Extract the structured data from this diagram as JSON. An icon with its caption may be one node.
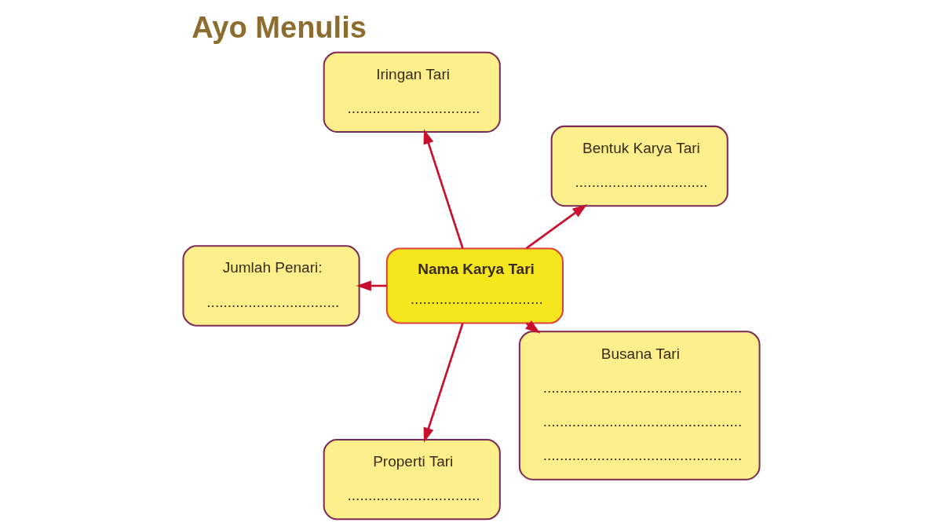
{
  "diagram": {
    "title": "Ayo Menulis",
    "nodes": [
      {
        "text": [
          "Bentuk Karya Tari",
          "................................"
        ]
      },
      {
        "text": [
          "Iringan Tari",
          "................................"
        ]
      },
      {
        "text": [
          "Jumlah Penari:",
          "................................"
        ]
      },
      {
        "text": [
          "Nama Karya Tari",
          "................................"
        ]
      },
      {
        "text": [
          "Properti Tari",
          "................................"
        ]
      },
      {
        "text": [
          "Busana Tari",
          "................................................",
          "................................................",
          "................................................"
        ]
      }
    ],
    "edges": [
      {
        "from": 3,
        "to": 0,
        "arrow": "to"
      },
      {
        "from": 3,
        "to": 1,
        "arrow": "to"
      },
      {
        "from": 3,
        "to": 2,
        "arrow": "to"
      },
      {
        "from": 3,
        "to": 4,
        "arrow": "to"
      },
      {
        "from": 3,
        "to": 5,
        "arrow": "to"
      }
    ]
  }
}
